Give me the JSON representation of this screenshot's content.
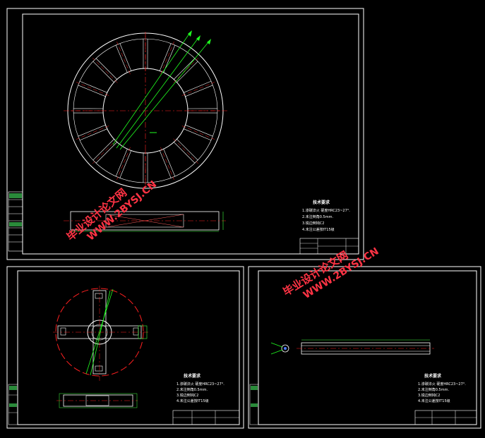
{
  "sheets": {
    "top": {
      "notes_title": "技术要求",
      "notes": [
        "1.渗碳淬火 硬度HRC23~27°.",
        "2.未注倒角0.5mm.",
        "3.锐边倒钝C2",
        "4.未注公差按IT15级"
      ]
    },
    "bottom_left": {
      "notes_title": "技术要求",
      "notes": [
        "1.渗碳淬火 硬度HRC23~27°.",
        "2.未注倒角0.5mm.",
        "3.锐边倒钝C2",
        "4.未注公差按IT15级"
      ]
    },
    "bottom_right": {
      "notes_title": "技术要求",
      "notes": [
        "1.渗碳淬火 硬度HRC23~27°.",
        "2.未注倒角0.5mm.",
        "3.锐边倒钝C2",
        "4.未注公差按IT15级"
      ]
    }
  },
  "watermark": {
    "line1": "毕业设计论文网",
    "line2": "WWW.2BYSJ.CN"
  },
  "colors": {
    "frame": "#ffffff",
    "centerline": "#ff2020",
    "leader": "#20ff20",
    "hatch": "#ff6060",
    "dim": "#40ff40",
    "watermark": "#ff3344"
  }
}
